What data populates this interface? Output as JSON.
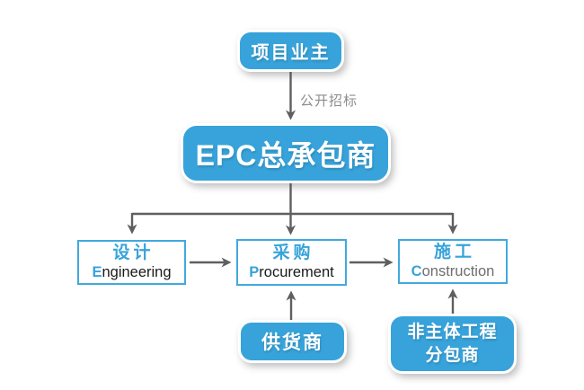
{
  "colors": {
    "node_blue": "#37a3da",
    "outline_blue": "#41a9de",
    "line_gray": "#5f5f5f",
    "edge_label_gray": "#8c8c8c"
  },
  "nodes": {
    "owner": {
      "label": "项目业主"
    },
    "epc": {
      "label": "EPC总承包商"
    },
    "design": {
      "zh": "设计",
      "en_first": "E",
      "en_rest": "ngineering"
    },
    "procurement": {
      "zh": "采购",
      "en_first": "P",
      "en_rest": "rocurement"
    },
    "construction": {
      "zh": "施工",
      "en_first": "C",
      "en_rest": "onstruction"
    },
    "supplier": {
      "label": "供货商"
    },
    "subcontractor": {
      "line1": "非主体工程",
      "line2": "分包商"
    }
  },
  "edges": {
    "bidding_label": "公开招标"
  }
}
